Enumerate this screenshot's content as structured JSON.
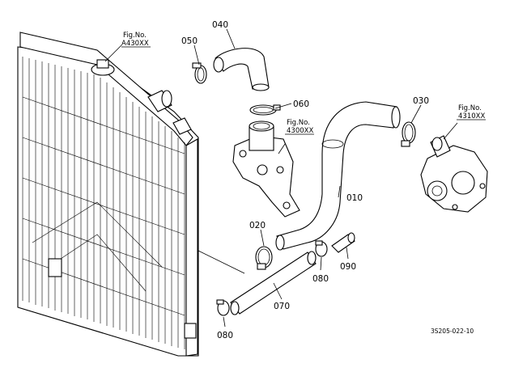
{
  "part_labels": {
    "p010": "010",
    "p020": "020",
    "p030": "030",
    "p040": "040",
    "p050": "050",
    "p060": "060",
    "p070": "070",
    "p080a": "080",
    "p080b": "080",
    "p090": "090"
  },
  "figure_refs": {
    "radiator_fig_label": "Fig.No.",
    "radiator_fig_no": "A430XX",
    "thermostat_fig_label": "Fig.No.",
    "thermostat_fig_no": "4300XX",
    "pump_fig_label": "Fig.No.",
    "pump_fig_no": "4310XX"
  },
  "drawing_code": "3S205-022-10"
}
